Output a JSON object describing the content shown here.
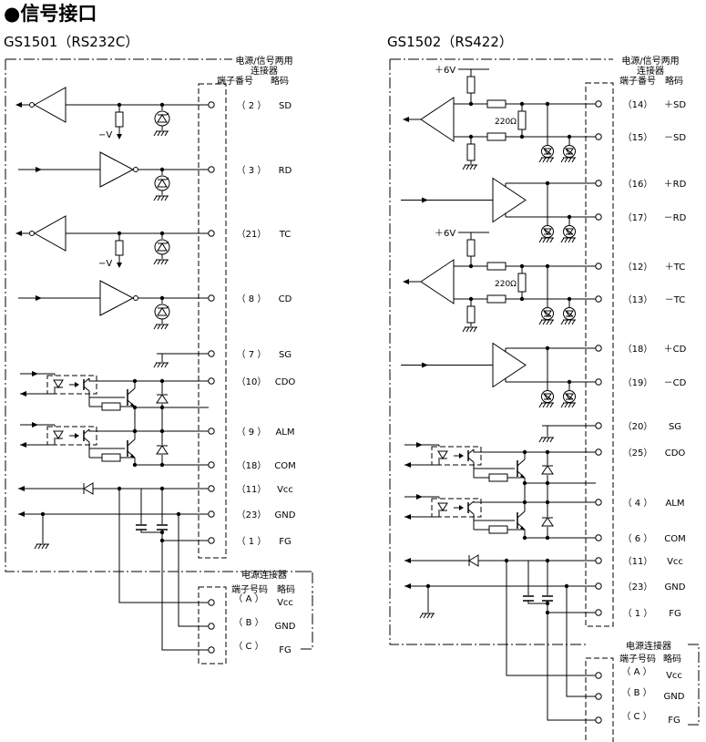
{
  "title": "●信号接口",
  "left": {
    "model": "GS1501（RS232C）",
    "connector_title_1": "电源/信号两用",
    "connector_title_2": "连接器",
    "header_terminal": "端子番号",
    "header_abbrev": "略码",
    "rows": [
      {
        "num": "（ 2 ）",
        "code": "SD"
      },
      {
        "num": "（ 3 ）",
        "code": "RD"
      },
      {
        "num": "（21）",
        "code": "TC"
      },
      {
        "num": "（ 8 ）",
        "code": "CD"
      },
      {
        "num": "（ 7 ）",
        "code": "SG"
      },
      {
        "num": "（10）",
        "code": "CDO"
      },
      {
        "num": "（ 9 ）",
        "code": "ALM"
      },
      {
        "num": "（18）",
        "code": "COM"
      },
      {
        "num": "（11）",
        "code": "Vcc"
      },
      {
        "num": "（23）",
        "code": "GND"
      },
      {
        "num": "（ 1 ）",
        "code": "FG"
      }
    ],
    "neg_v": "−V",
    "power_title": "电源连接器",
    "power_header_terminal": "端子号码",
    "power_header_abbrev": "略码",
    "power_rows": [
      {
        "num": "（ A ）",
        "code": "Vcc"
      },
      {
        "num": "（ B ）",
        "code": "GND"
      },
      {
        "num": "（ C ）",
        "code": "FG"
      }
    ]
  },
  "right": {
    "model": "GS1502（RS422）",
    "connector_title_1": "电源/信号两用",
    "connector_title_2": "连接器",
    "header_terminal": "端子番号",
    "header_abbrev": "略码",
    "rows": [
      {
        "num": "（14）",
        "code": "＋SD"
      },
      {
        "num": "（15）",
        "code": "－SD"
      },
      {
        "num": "（16）",
        "code": "＋RD"
      },
      {
        "num": "（17）",
        "code": "－RD"
      },
      {
        "num": "（12）",
        "code": "＋TC"
      },
      {
        "num": "（13）",
        "code": "－TC"
      },
      {
        "num": "（18）",
        "code": "＋CD"
      },
      {
        "num": "（19）",
        "code": "－CD"
      },
      {
        "num": "（20）",
        "code": "SG"
      },
      {
        "num": "（25）",
        "code": "CDO"
      },
      {
        "num": "（ 4 ）",
        "code": "ALM"
      },
      {
        "num": "（ 6 ）",
        "code": "COM"
      },
      {
        "num": "（11）",
        "code": "Vcc"
      },
      {
        "num": "（23）",
        "code": "GND"
      },
      {
        "num": "（ 1 ）",
        "code": "FG"
      }
    ],
    "plus_v": "＋6V",
    "resistor_value": "220Ω",
    "power_title": "电源连接器",
    "power_header_terminal": "端子号码",
    "power_header_abbrev": "略码",
    "power_rows": [
      {
        "num": "（ A ）",
        "code": "Vcc"
      },
      {
        "num": "（ B ）",
        "code": "GND"
      },
      {
        "num": "（ C ）",
        "code": "FG"
      }
    ]
  }
}
